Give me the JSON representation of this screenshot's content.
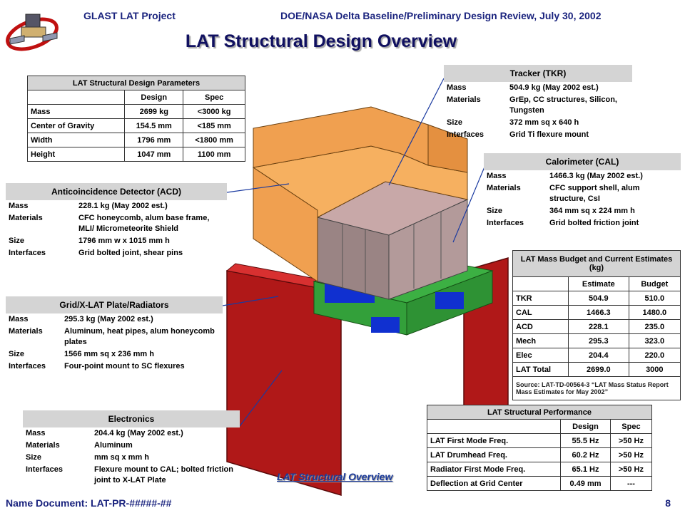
{
  "header": {
    "project": "GLAST LAT Project",
    "review": "DOE/NASA Delta Baseline/Preliminary Design Review, July 30, 2002"
  },
  "title": "LAT Structural Design Overview",
  "params_table": {
    "caption": "LAT Structural Design Parameters",
    "columns": [
      "",
      "Design",
      "Spec"
    ],
    "rows": [
      [
        "Mass",
        "2699 kg",
        "<3000 kg"
      ],
      [
        "Center of Gravity",
        "154.5 mm",
        "<185 mm"
      ],
      [
        "Width",
        "1796 mm",
        "<1800 mm"
      ],
      [
        "Height",
        "1047 mm",
        "1100 mm"
      ]
    ]
  },
  "acd": {
    "heading": "Anticoincidence Detector (ACD)",
    "rows": [
      [
        "Mass",
        "228.1 kg (May 2002 est.)"
      ],
      [
        "Materials",
        "CFC honeycomb, alum base frame, MLI/ Micrometeorite Shield"
      ],
      [
        "Size",
        "1796 mm w x 1015 mm h"
      ],
      [
        "Interfaces",
        "Grid bolted joint, shear pins"
      ]
    ]
  },
  "grid": {
    "heading": "Grid/X-LAT Plate/Radiators",
    "rows": [
      [
        "Mass",
        "295.3 kg (May 2002 est.)"
      ],
      [
        "Materials",
        "Aluminum, heat pipes, alum honeycomb plates"
      ],
      [
        "Size",
        "1566 mm sq x 236 mm h"
      ],
      [
        "Interfaces",
        "Four-point mount to SC flexures"
      ]
    ]
  },
  "electronics": {
    "heading": "Electronics",
    "rows": [
      [
        "Mass",
        "204.4 kg (May 2002 est.)"
      ],
      [
        "Materials",
        "Aluminum"
      ],
      [
        "Size",
        "mm sq x mm h"
      ],
      [
        "Interfaces",
        "Flexure mount to CAL; bolted friction joint to X-LAT Plate"
      ]
    ]
  },
  "tracker": {
    "heading": "Tracker (TKR)",
    "rows": [
      [
        "Mass",
        "504.9 kg (May 2002 est.)"
      ],
      [
        "Materials",
        "GrEp, CC structures, Silicon, Tungsten"
      ],
      [
        "Size",
        "372 mm sq x 640 h"
      ],
      [
        "Interfaces",
        "Grid Ti flexure mount"
      ]
    ]
  },
  "calorimeter": {
    "heading": "Calorimeter (CAL)",
    "rows": [
      [
        "Mass",
        "1466.3 kg (May 2002 est.)"
      ],
      [
        "Materials",
        "CFC support shell, alum structure, CsI"
      ],
      [
        "Size",
        "364 mm sq x 224 mm h"
      ],
      [
        "Interfaces",
        "Grid bolted friction joint"
      ]
    ]
  },
  "mass_budget": {
    "caption": "LAT Mass Budget and Current Estimates (kg)",
    "columns": [
      "",
      "Estimate",
      "Budget"
    ],
    "rows": [
      [
        "TKR",
        "504.9",
        "510.0"
      ],
      [
        "CAL",
        "1466.3",
        "1480.0"
      ],
      [
        "ACD",
        "228.1",
        "235.0"
      ],
      [
        "Mech",
        "295.3",
        "323.0"
      ],
      [
        "Elec",
        "204.4",
        "220.0"
      ],
      [
        "LAT Total",
        "2699.0",
        "3000"
      ]
    ],
    "source": "Source: LAT-TD-00564-3 “LAT Mass Status Report Mass Estimates for May 2002”"
  },
  "performance": {
    "caption": "LAT Structural Performance",
    "columns": [
      "",
      "Design",
      "Spec"
    ],
    "rows": [
      [
        "LAT First Mode Freq.",
        "55.5 Hz",
        ">50 Hz"
      ],
      [
        "LAT Drumhead Freq.",
        "60.2 Hz",
        ">50 Hz"
      ],
      [
        "Radiator First Mode Freq.",
        "65.1 Hz",
        ">50 Hz"
      ],
      [
        "Deflection at Grid Center",
        "0.49 mm",
        "---"
      ]
    ]
  },
  "caption_link": "LAT Structural Overview",
  "footer": {
    "left": "Name Document: LAT-PR-#####-##",
    "page": "8"
  },
  "colors": {
    "accent_text": "#1a237e",
    "acd_orange": "#f0a050",
    "radiator_red": "#b01818",
    "grid_green": "#3cb043",
    "cal_blue": "#1030d0",
    "tracker_mauve": "#a89090"
  }
}
